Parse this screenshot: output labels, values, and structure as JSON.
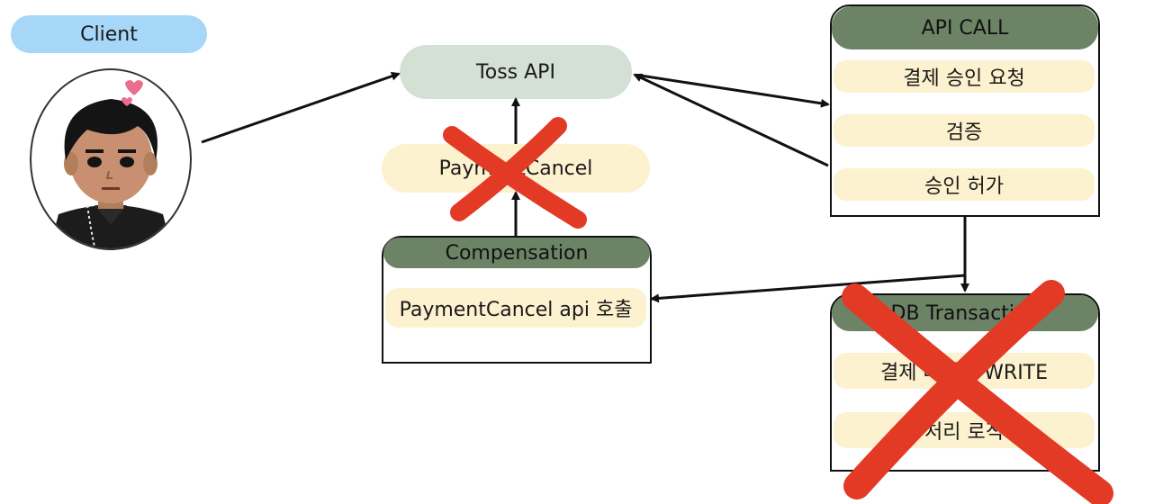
{
  "client": {
    "label": "Client"
  },
  "toss_api": {
    "label": "Toss API"
  },
  "payment_cancel": {
    "label": "PaymentCancel"
  },
  "api_call": {
    "title": "API CALL",
    "items": [
      "결제 승인 요청",
      "검증",
      "승인 허가"
    ]
  },
  "compensation": {
    "title": "Compensation",
    "items": [
      "PaymentCancel api 호출"
    ]
  },
  "db_transaction": {
    "title": "DB Transaction",
    "items": [
      "결제 데이터 WRITE",
      "처리 로직"
    ]
  },
  "colors": {
    "client_pill": "#a6d6f8",
    "toss_pill": "#d5e0d5",
    "item_fill": "#fdf2cf",
    "header_fill": "#6c8366",
    "cross": "#e33a26"
  }
}
